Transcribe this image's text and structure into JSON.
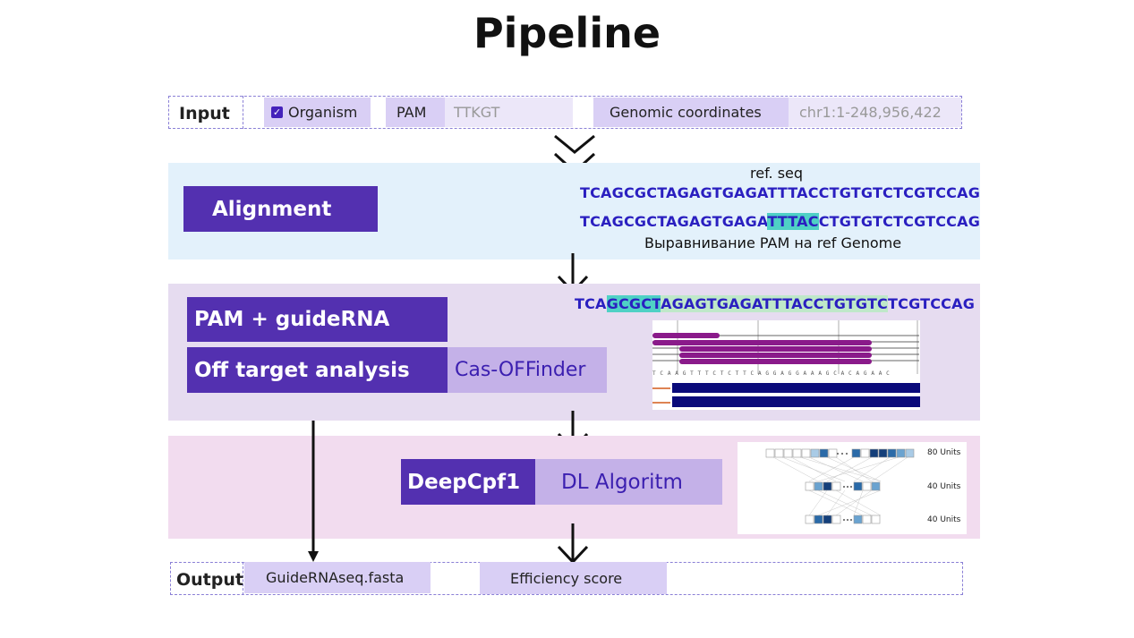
{
  "title": "Pipeline",
  "input": {
    "label": "Input",
    "organism": "Organism",
    "pam_label": "PAM",
    "pam_value": "TTKGT",
    "coords_label": "Genomic coordinates",
    "coords_value": "chr1:1-248,956,422"
  },
  "alignment": {
    "button": "Alignment",
    "ref_label": "ref. seq",
    "ref_seq": "TCAGCGCTAGAGTGAGATTTACCTGTGTCTCGTCCAG",
    "aligned_pre": "TCAGCGCTAGAGTGAGA",
    "aligned_hl": "TTTAC",
    "aligned_post": "CTGTGTCTCGTCCAG",
    "caption": "Выравнивание PAM на ref Genome"
  },
  "offtarget": {
    "btn1": "PAM + guideRNA",
    "btn2": "Off target analysis",
    "tool": "Cas-OFFinder",
    "seq_a": "TCA",
    "seq_hl": "GCGCT",
    "seq_hl2": "AGAGTGAGATTTACCTGTGTC",
    "seq_b": "TCGTCCAG",
    "track_seq": "T C A A G T T T C T C T T C A G G A G G A A A G C A C A G A A C"
  },
  "deep": {
    "btn1": "DeepCpf1",
    "btn2": "DL Algoritm",
    "layers": [
      "80 Units",
      "40 Units",
      "40 Units"
    ]
  },
  "output": {
    "label": "Output",
    "file": "GuideRNAseq.fasta",
    "score": "Efficiency score"
  },
  "colors": {
    "purple_dark": "#5330b0",
    "purple_light": "#c4b1e8",
    "band_blue": "#e3f1fb",
    "band_lilac": "#e6dcf0",
    "band_pink": "#f2dcef",
    "seq_blue": "#2a1fc0",
    "highlight": "#4fd1c5"
  }
}
